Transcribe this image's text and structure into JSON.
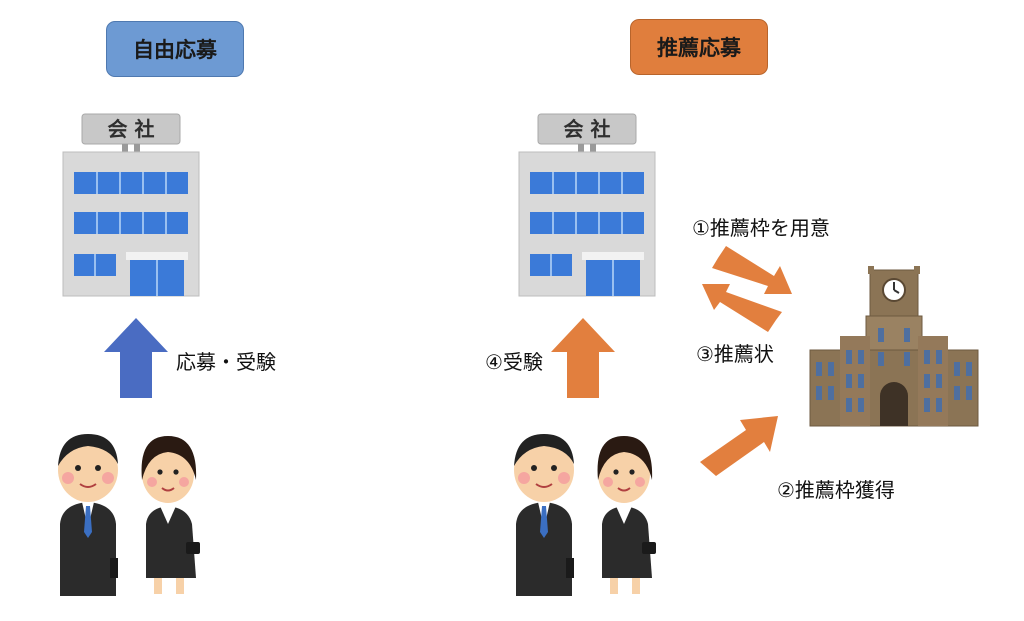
{
  "colors": {
    "free_header_bg": "#6d9ad3",
    "free_header_border": "#4f79b0",
    "rec_header_bg": "#e07e3d",
    "rec_header_border": "#b8642b",
    "blue_arrow": "#4a6cc2",
    "orange_arrow": "#e27f3e",
    "building_wall": "#d9d9d9",
    "building_window": "#3b7ad8",
    "sign_bg": "#c8c8c8",
    "university_brick": "#8b7455",
    "suit": "#2b2b2b",
    "skin": "#f7d1a8"
  },
  "left_panel": {
    "header": "自由応募",
    "company_sign": "会 社",
    "arrow_label": "応募・受験"
  },
  "right_panel": {
    "header": "推薦応募",
    "company_sign": "会 社",
    "step1": "①推薦枠を用意",
    "step2": "②推薦枠獲得",
    "step3": "③推薦状",
    "step4": "④受験"
  },
  "icons": {
    "company": "office-building-icon",
    "university": "university-clocktower-icon",
    "job_seekers": "job-seekers-icon"
  }
}
